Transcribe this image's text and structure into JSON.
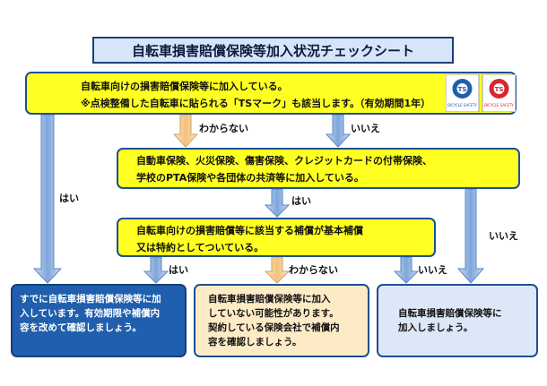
{
  "title": "自転車損害賠償保険等加入状況チェックシート",
  "q1": {
    "line1": "自転車向けの損害賠償保険等に加入している。",
    "line2": "※点検整備した自転車に貼られる「TSマーク」も該当します。（有効期間1年）"
  },
  "q2": {
    "line1": "自動車保険、火災保険、傷害保険、クレジットカードの付帯保険、",
    "line2": "学校のPTA保険や各団体の共済等に加入している。"
  },
  "q3": {
    "line1": "自転車向けの損害賠償等に該当する補償が基本補償",
    "line2": "又は特約としてついている。"
  },
  "labels": {
    "hai": "はい",
    "iie": "いいえ",
    "wakaranai": "わからない"
  },
  "results": {
    "r1": [
      "すでに自転車損害賠償保険等に加",
      "入しています。有効期限や補償内",
      "容を改めて確認しましょう。"
    ],
    "r2": [
      "自転車損害賠償保険等に加入",
      "していない可能性があります。",
      "契約している保険会社で補償内",
      "容を確認しましょう。"
    ],
    "r3": [
      "自転車損害賠償保険等に",
      "加入しましょう。"
    ]
  },
  "marks": {
    "left_caption": "BICYCLE SAFETY",
    "right_caption": "BICYCLE SAFETY",
    "left_color": "#1f5fad",
    "right_color": "#d8262f"
  },
  "colors": {
    "yellow": "#ffff22",
    "blue_arrow": "#8fb2e0",
    "orange_arrow": "#f6d19a",
    "border": "#1d4f96"
  }
}
